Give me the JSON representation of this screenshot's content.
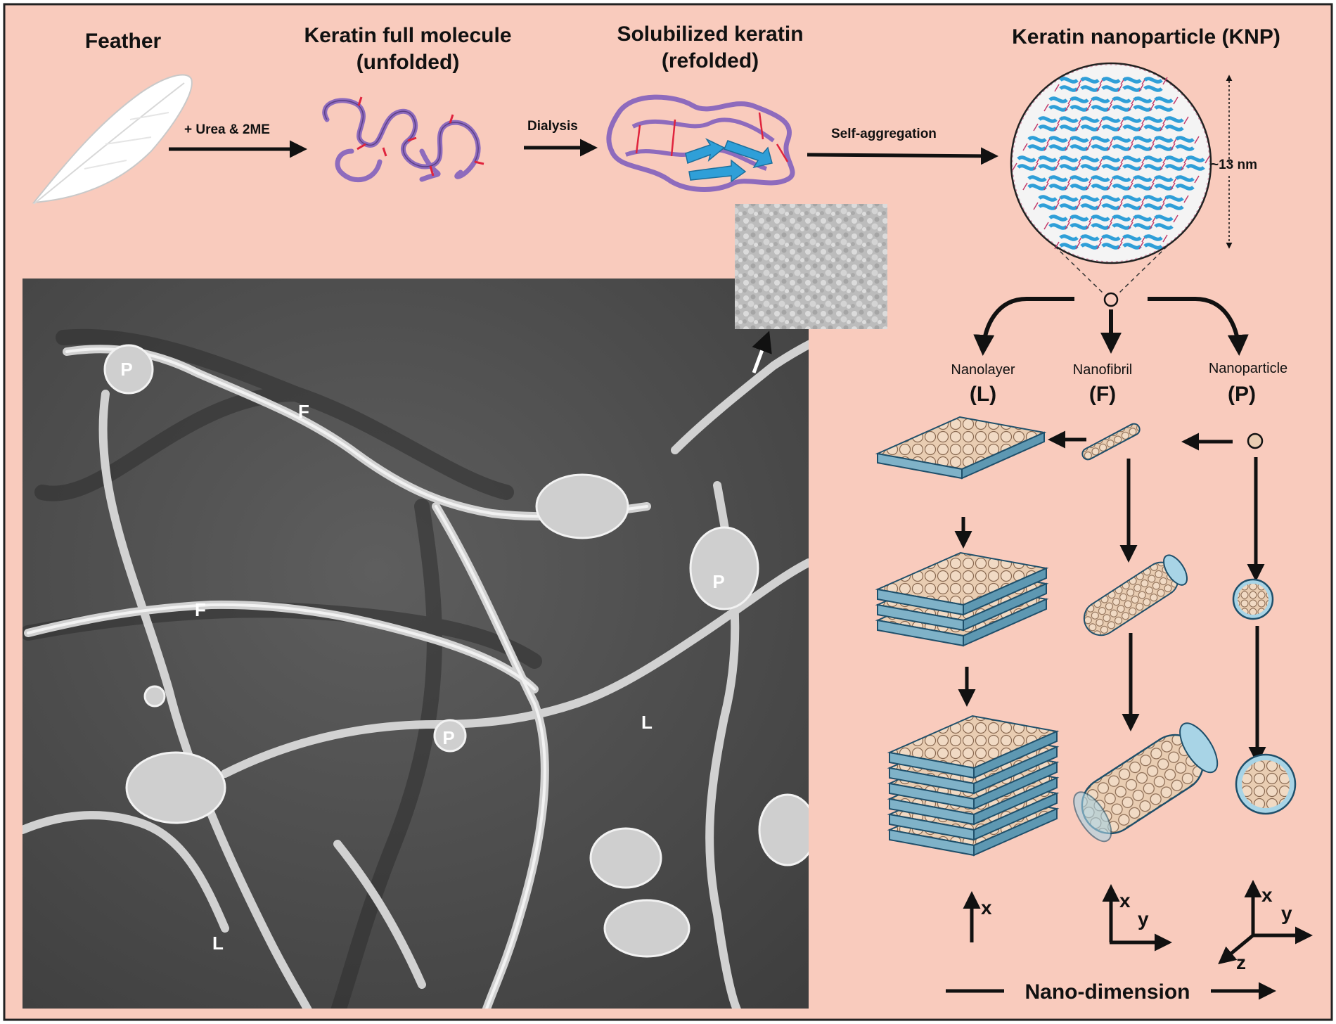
{
  "colors": {
    "background": "#f9cbbd",
    "frame": "#222222",
    "sem_dark": "#545454",
    "sem_light": "#ececec",
    "protein_purple": "#8e6bbd",
    "protein_red": "#e0243d",
    "beta_sheet_blue": "#2f9fd8",
    "block_tan": "#e9cdb2",
    "block_edge": "#1f4f6a"
  },
  "stages": {
    "feather": "Feather",
    "unfolded_line1": "Keratin full molecule",
    "unfolded_line2": "(unfolded)",
    "refolded_line1": "Solubilized keratin",
    "refolded_line2": "(refolded)",
    "knp": "Keratin nanoparticle (KNP)"
  },
  "steps": {
    "urea": "+ Urea & 2ME",
    "dialysis": "Dialysis",
    "aggregation": "Self-aggregation"
  },
  "size_label": "~13 nm",
  "branches": {
    "layer_name": "Nanolayer",
    "layer_code": "(L)",
    "fibril_name": "Nanofibril",
    "fibril_code": "(F)",
    "particle_name": "Nanoparticle",
    "particle_code": "(P)"
  },
  "axes": {
    "x": "x",
    "y": "y",
    "z": "z"
  },
  "nano_dimension": "Nano-dimension",
  "sem_labels": [
    "P",
    "F",
    "F",
    "P",
    "P",
    "L",
    "L"
  ]
}
